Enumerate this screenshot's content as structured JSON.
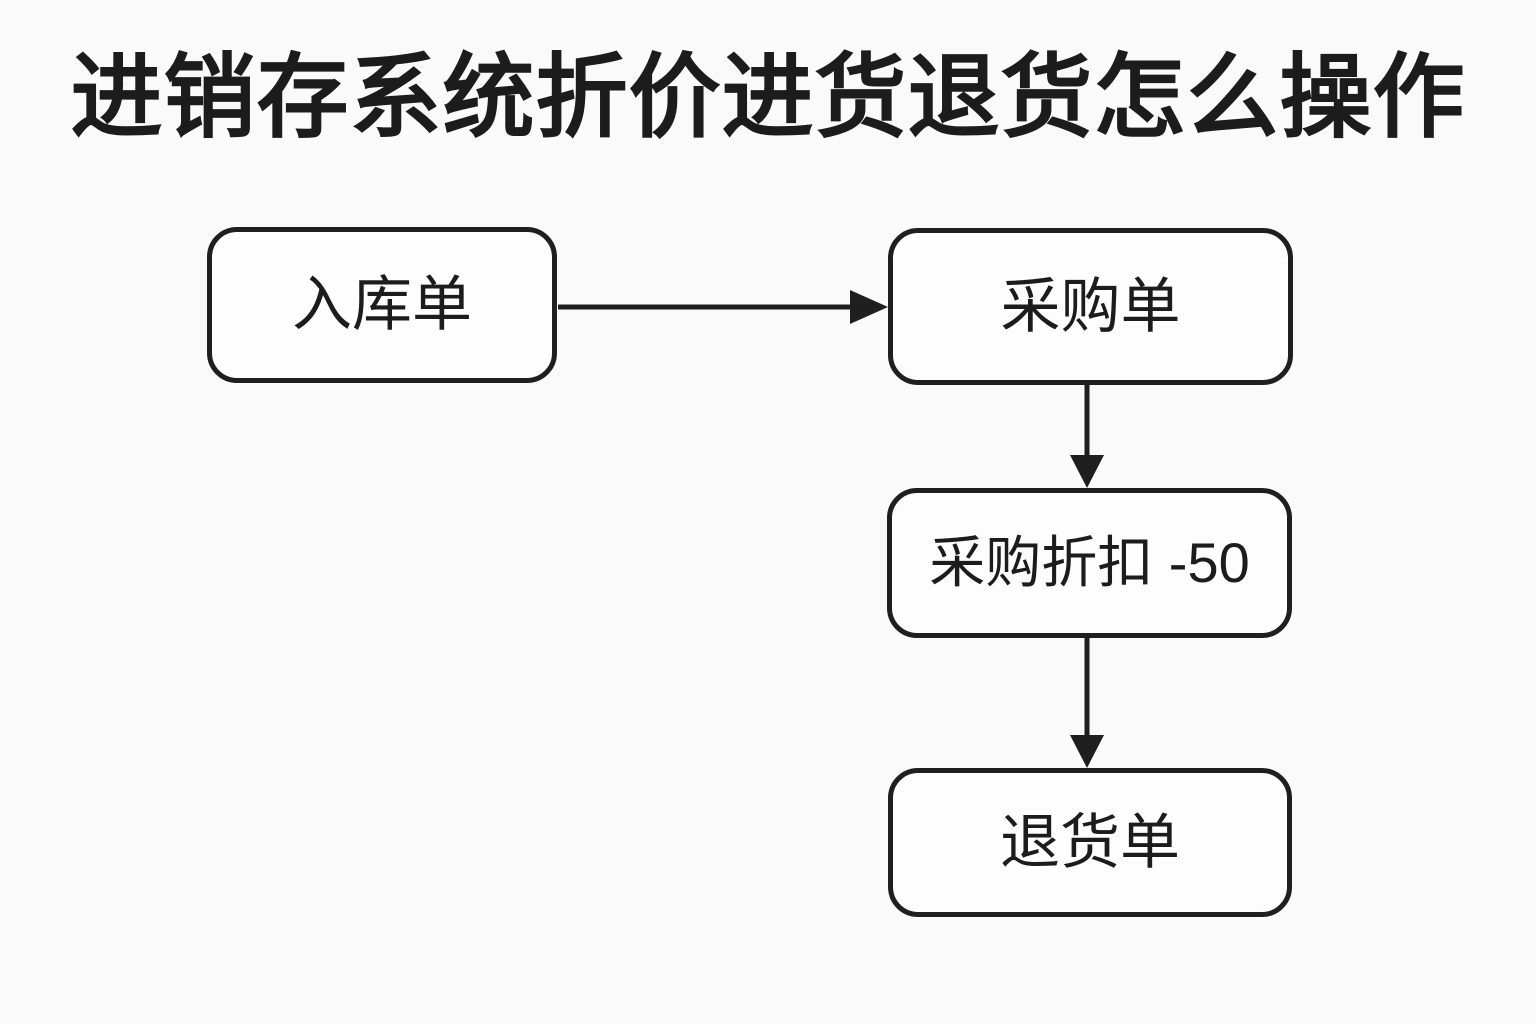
{
  "title": "进销存系统折价进货退货怎么操作",
  "diagram": {
    "nodes": [
      {
        "id": "stock-in",
        "label": "入库单"
      },
      {
        "id": "purchase-order",
        "label": "采购单"
      },
      {
        "id": "purchase-discount",
        "label": "采购折扣 -50"
      },
      {
        "id": "return-order",
        "label": "退货单"
      }
    ],
    "edges": [
      {
        "from": "stock-in",
        "to": "purchase-order",
        "direction": "right"
      },
      {
        "from": "purchase-order",
        "to": "purchase-discount",
        "direction": "down"
      },
      {
        "from": "purchase-discount",
        "to": "return-order",
        "direction": "down"
      }
    ],
    "colors": {
      "background": "#fafafa",
      "stroke": "#1f1f1f",
      "node_fill": "#fdfdfd",
      "text": "#1c1c1c"
    }
  }
}
